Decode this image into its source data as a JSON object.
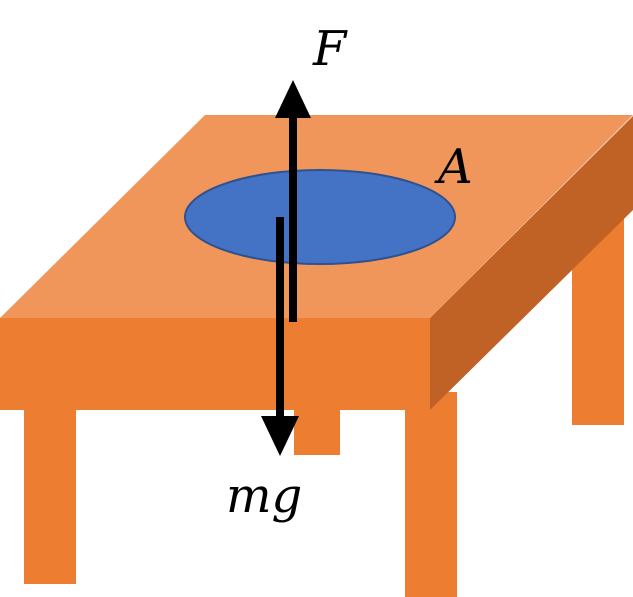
{
  "labels": {
    "force": "F",
    "area": "A",
    "weight": "mg"
  },
  "colors": {
    "table_top": "#F0965A",
    "table_front": "#ED7D31",
    "table_side": "#C06225",
    "legs": "#ED7D31",
    "object_fill": "#4472C4",
    "object_stroke": "#2F528F",
    "arrows": "#000000"
  }
}
